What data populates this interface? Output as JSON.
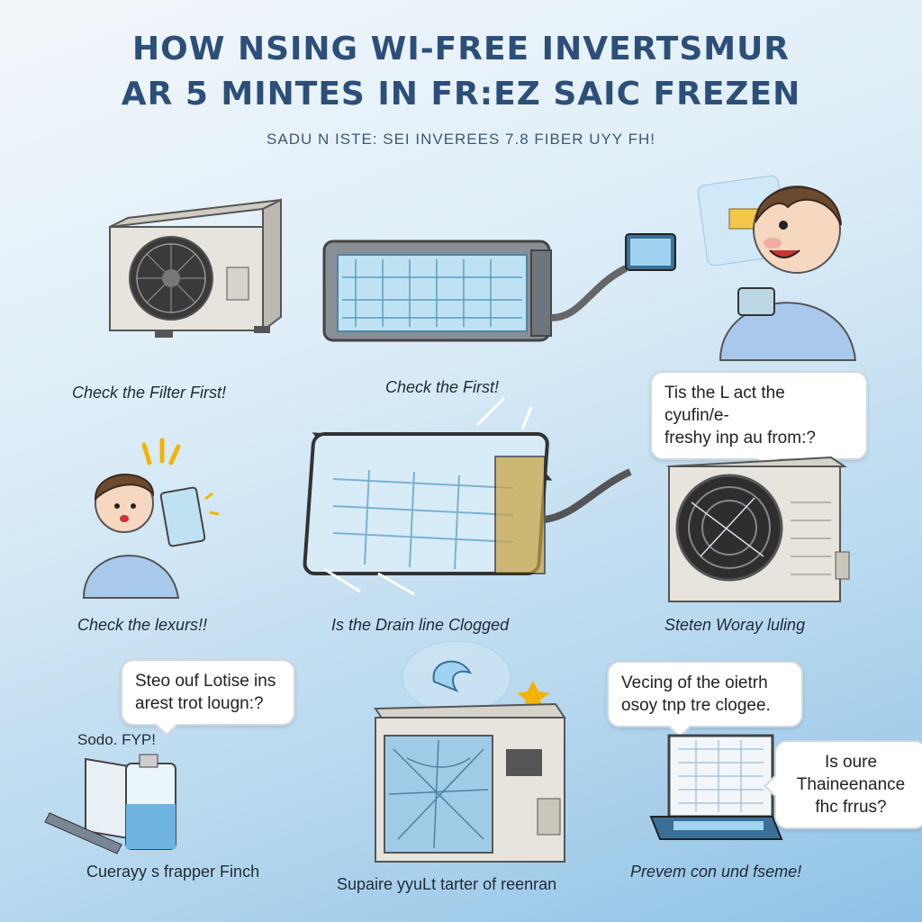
{
  "title": {
    "line1": "HOW NSING WI-FREE INVERTSMUR",
    "line2": "AR 5 MINTES IN FR:EZ SAIC FREZEN"
  },
  "subtitle": "SADU N ISTE: SEI INVEREES 7.8 FIBER UYY FH!",
  "captions": {
    "filter_first": "Check the Filter First!",
    "first": "Check the First!",
    "texturs": "Check the lexurs!!",
    "drain": "Is the Drain line Clogged",
    "steten": "Steten Woray luling",
    "cuerayy": "Cuerayy s frapper Finch",
    "supaire": "Supaire yyuLt tarter of reenran",
    "prevem": "Prevem con und fseme!",
    "sodo": "Sodo. FYP!"
  },
  "bubbles": {
    "cyufine": "Tis the L act the cyufin/e-\nfreshy inp au from:?",
    "lotise": "Steo ouf Lotise ins\narest trot lougn:?",
    "vecing": "Vecing of the oietrh\nosoy tnp tre clogee.",
    "maintenance": "Is oure\nThaineenance\nfhc frrus?"
  },
  "colors": {
    "title": "#2c4f7a",
    "unit_body": "#e6e4dc",
    "ice": "#9fd3ef",
    "shirt": "#a9c9ec"
  },
  "icons": [
    "outdoor-unit-icon",
    "indoor-unit-icon",
    "person-icon",
    "frost-icon",
    "bottle-icon",
    "sparkle-icon"
  ]
}
